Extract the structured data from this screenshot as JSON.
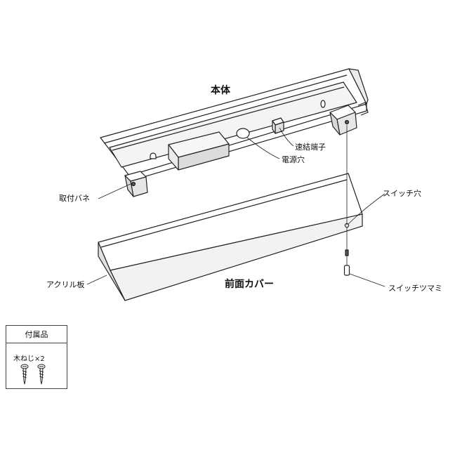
{
  "labels": {
    "body": "本体",
    "connector_terminal": "速結端子",
    "power_hole": "電源穴",
    "mounting_spring": "取付バネ",
    "switch_hole": "スイッチ穴",
    "acrylic_plate": "アクリル板",
    "front_cover": "前面カバー",
    "switch_knob": "スイッチツマミ"
  },
  "accessories": {
    "title": "付属品",
    "item": "木ねじ×2"
  },
  "colors": {
    "line": "#222222",
    "fill": "#ffffff",
    "shade": "#e6e6e6",
    "dark": "#555555"
  }
}
